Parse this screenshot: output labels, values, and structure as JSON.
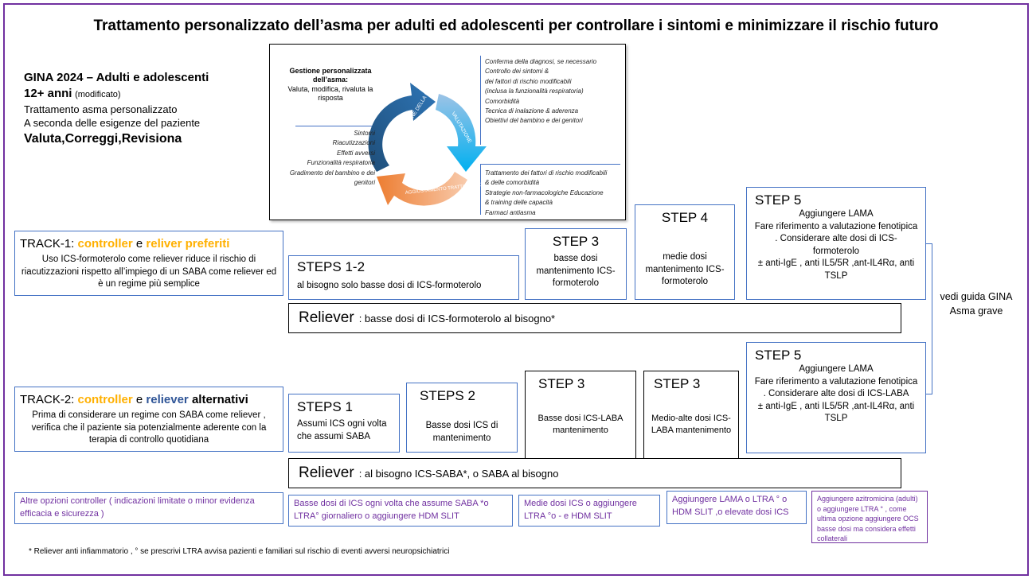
{
  "title": "Trattamento personalizzato dell’asma per adulti ed adolescenti per controllare i sintomi e minimizzare il rischio futuro",
  "gina": {
    "line1": "GINA 2024 – Adulti e adolescenti",
    "line2_bold": "12+ anni",
    "line2_note": "(modificato)",
    "line3": "Trattamento asma personalizzato",
    "line4": "A seconda delle esigenze del paziente",
    "line5": "Valuta,Correggi,Revisiona"
  },
  "cycle": {
    "center_bold": "Gestione personalizzata dell’asma:",
    "center_text": "Valuta, modifica, rivaluta la risposta",
    "arrow_review": "RIVALUTAZIONE DELLA RISPOSTA",
    "arrow_assess": "VALUTAZIONE",
    "arrow_adjust": "AGGIUSTAMENTO TRATTAMENTO",
    "right_top": [
      "Conferma della diagnosi, se necessario",
      "Controllo dei sintomi &",
      "dei fattori di rischio modificabili",
      "(inclusa la funzionalità respiratoria)",
      "Comorbidità",
      "Tecnica di inalazione & aderenza",
      "Obiettivi del bambino e dei genitori"
    ],
    "left": [
      "Sintomi",
      "Riacutizzazioni",
      "Effetti avversi",
      "Funzionalità respiratoria",
      "Gradimento del bambino e dei genitori"
    ],
    "right_bottom": [
      "Trattamento dei fattori di rischio modificabili",
      "& delle comorbidità",
      "Strategie non-farmacologiche Educazione",
      "& training delle capacità",
      "Farmaci antiasma"
    ]
  },
  "track1": {
    "label": "TRACK-1: ",
    "controller": "controller",
    "and": " e ",
    "reliver": "reliver preferiti",
    "text": "Uso ICS-formoterolo come reliever riduce il rischio di riacutizzazioni rispetto all’impiego di un SABA come reliever ed è un regime più semplice"
  },
  "track2": {
    "label": "TRACK-2: ",
    "controller": "controller",
    "and": " e ",
    "reliever": "reliever",
    "alt": " alternativi",
    "text": "Prima di considerare un regime con SABA come reliever , verifica che il paziente sia potenzialmente aderente con la terapia di controllo quotidiana"
  },
  "t1steps": [
    {
      "h": "STEPS 1-2",
      "d": "al bisogno solo basse dosi di ICS-formoterolo"
    },
    {
      "h": "STEP 3",
      "d": "basse dosi mantenimento ICS-formoterolo"
    },
    {
      "h": "STEP 4",
      "d": "medie dosi mantenimento ICS-formoterolo"
    },
    {
      "h": "STEP 5",
      "d1": "Aggiungere LAMA",
      "d2": "Fare riferimento a valutazione fenotipica . Considerare alte dosi di ICS-formoterolo",
      "d3": "± anti-IgE , anti IL5/5R ,ant-IL4Rα, anti TSLP"
    }
  ],
  "reliever1": {
    "big": "Reliever",
    "text": ": basse dosi di ICS-formoterolo al bisogno*"
  },
  "t2steps": [
    {
      "h": "STEPS 1",
      "d": "Assumi ICS ogni volta che assumi SABA"
    },
    {
      "h": "STEPS 2",
      "d": "Basse dosi ICS di mantenimento"
    },
    {
      "h": "STEP 3",
      "d": "Basse dosi ICS-LABA mantenimento"
    },
    {
      "h": "STEP 3",
      "d": "Medio-alte dosi ICS-LABA mantenimento"
    },
    {
      "h": "STEP 5",
      "d1": "Aggiungere LAMA",
      "d2": "Fare riferimento a valutazione fenotipica . Considerare alte dosi di ICS-LABA",
      "d3": "± anti-IgE , anti IL5/5R ,ant-IL4Rα, anti TSLP"
    }
  ],
  "reliever2": {
    "big": "Reliever",
    "text": ": al bisogno ICS-SABA*, o SABA al bisogno"
  },
  "vedi": "vedi guida GINA Asma grave",
  "options": [
    "Altre opzioni controller ( indicazioni limitate o minor evidenza efficacia e sicurezza )",
    "Basse dosi di ICS ogni volta che assume SABA *o LTRA° giornaliero o aggiungere HDM SLIT",
    "Medie dosi ICS o aggiungere LTRA °o - e HDM SLIT",
    "Aggiungere LAMA o LTRA ° o HDM SLIT ,o elevate dosi ICS",
    "Aggiungere azitromicina (adulti) o aggiungere LTRA ° , come ultima opzione aggiungere OCS basse dosi ma considera effetti collaterali"
  ],
  "footnote": "* Reliever anti infiammatorio , ° se prescrivi LTRA avvisa pazienti e familiari sul rischio di eventi avversi neuropsichiatrici",
  "colors": {
    "frame": "#7030a0",
    "blue": "#4472c4",
    "orange": "#ffb000",
    "arrow_blue": "#2e75b6",
    "arrow_light": "#00b0f0",
    "arrow_orange": "#f4a460"
  }
}
